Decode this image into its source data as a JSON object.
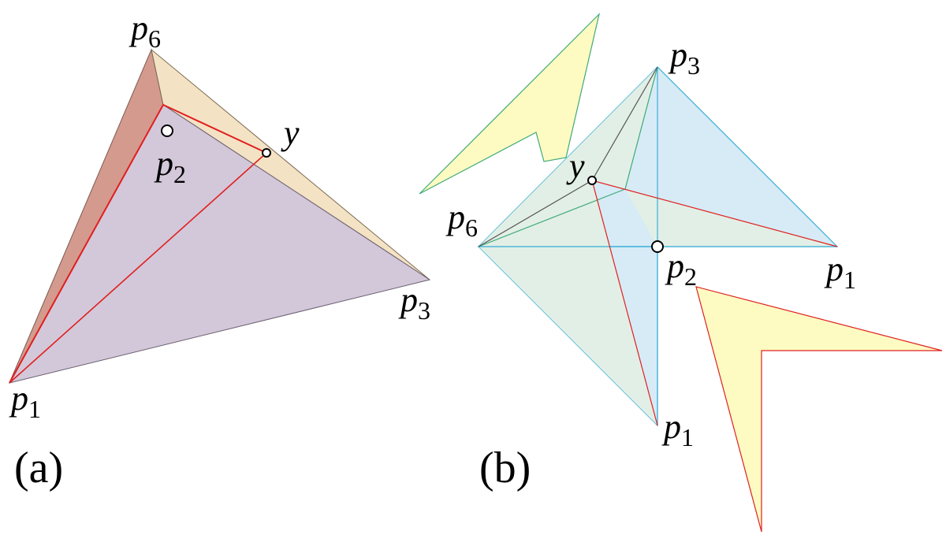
{
  "panel_a": {
    "caption": "(a)",
    "labels": {
      "p6": {
        "base": "p",
        "sub": "6"
      },
      "p2": {
        "base": "p",
        "sub": "2"
      },
      "y": {
        "base": "y"
      },
      "p3": {
        "base": "p",
        "sub": "3"
      },
      "p1": {
        "base": "p",
        "sub": "1"
      }
    }
  },
  "panel_b": {
    "caption": "(b)",
    "labels": {
      "p3": {
        "base": "p",
        "sub": "3"
      },
      "y": {
        "base": "y"
      },
      "p6": {
        "base": "p",
        "sub": "6"
      },
      "p2": {
        "base": "p",
        "sub": "2"
      },
      "p1_right": {
        "base": "p",
        "sub": "1"
      },
      "p1_bottom": {
        "base": "p",
        "sub": "1"
      }
    }
  },
  "colors": {
    "face_purple": "#d3c8d9",
    "face_peach": "#f4e2c4",
    "face_red": "#d49a8e",
    "face_blue": "#d6ebf6",
    "face_green": "#e6f0e0",
    "piece_yellow": "#fdfbc2",
    "edge_red": "#e02020",
    "edge_cyan": "#3aaed8",
    "edge_green": "#3faa78",
    "edge_dark": "#555555"
  }
}
